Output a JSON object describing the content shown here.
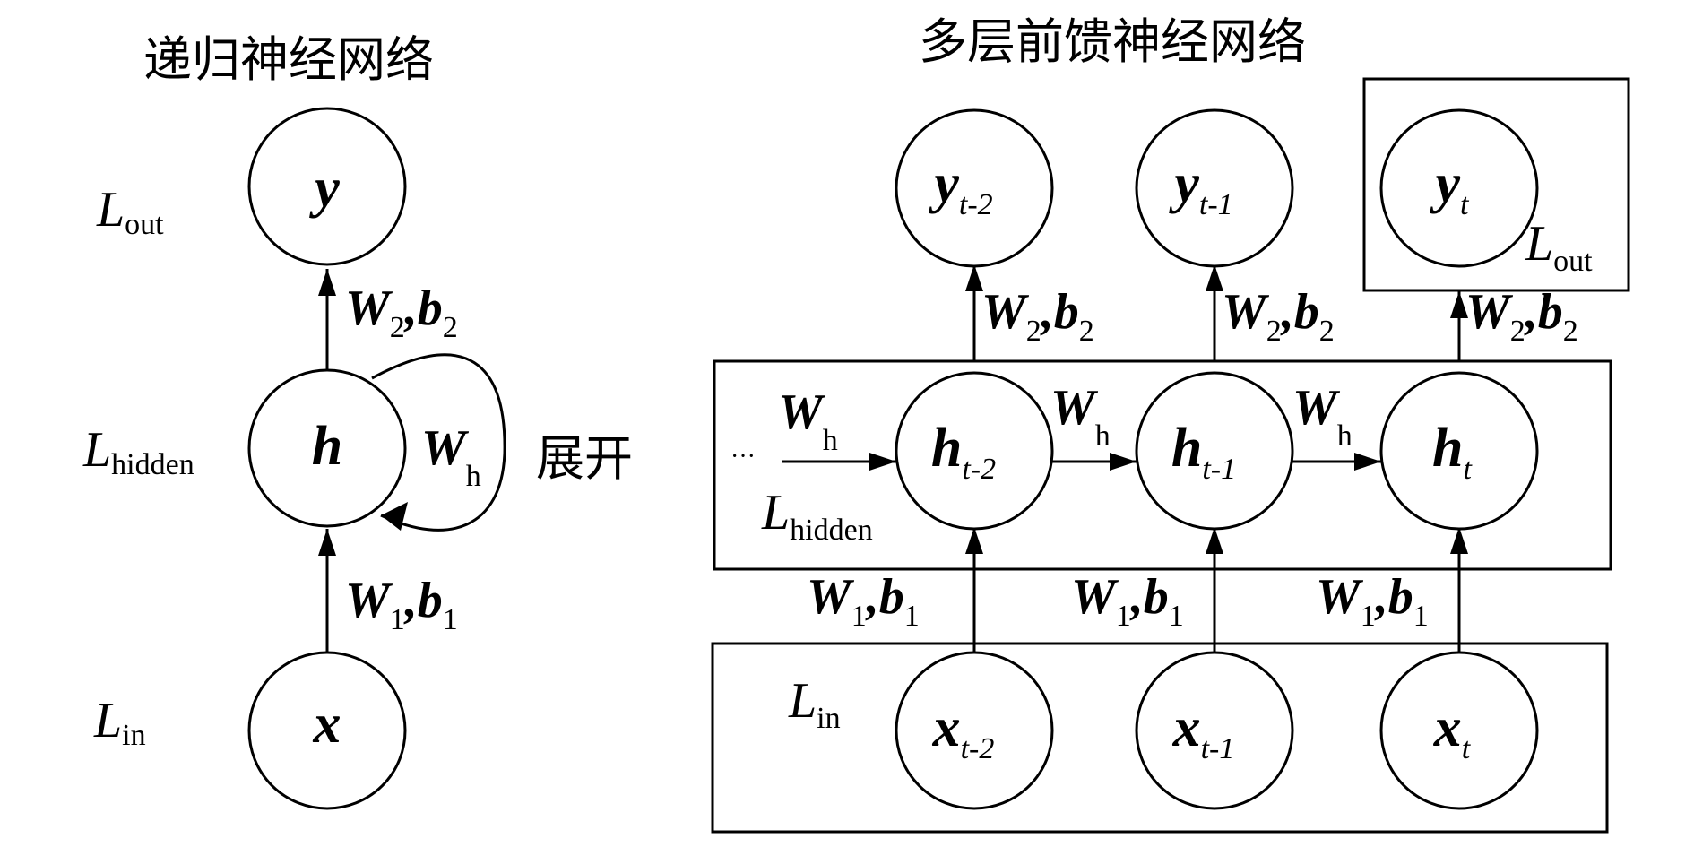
{
  "titles": {
    "left": "递归神经网络",
    "right": "多层前馈神经网络",
    "unfold": "展开"
  },
  "symbols": {
    "L": "L",
    "out": "out",
    "hidden": "hidden",
    "in": "in",
    "W": "W",
    "b": "b",
    "h_sub": "h",
    "comma": ",",
    "one": "1",
    "two": "2",
    "ellipsis": "···"
  },
  "nodes": {
    "left": {
      "y": "y",
      "h": "h",
      "x": "x"
    },
    "right": {
      "y": [
        {
          "base": "y",
          "sub": "t-2"
        },
        {
          "base": "y",
          "sub": "t-1"
        },
        {
          "base": "y",
          "sub": "t"
        }
      ],
      "h": [
        {
          "base": "h",
          "sub": "t-2"
        },
        {
          "base": "h",
          "sub": "t-1"
        },
        {
          "base": "h",
          "sub": "t"
        }
      ],
      "x": [
        {
          "base": "x",
          "sub": "t-2"
        },
        {
          "base": "x",
          "sub": "t-1"
        },
        {
          "base": "x",
          "sub": "t"
        }
      ]
    }
  }
}
